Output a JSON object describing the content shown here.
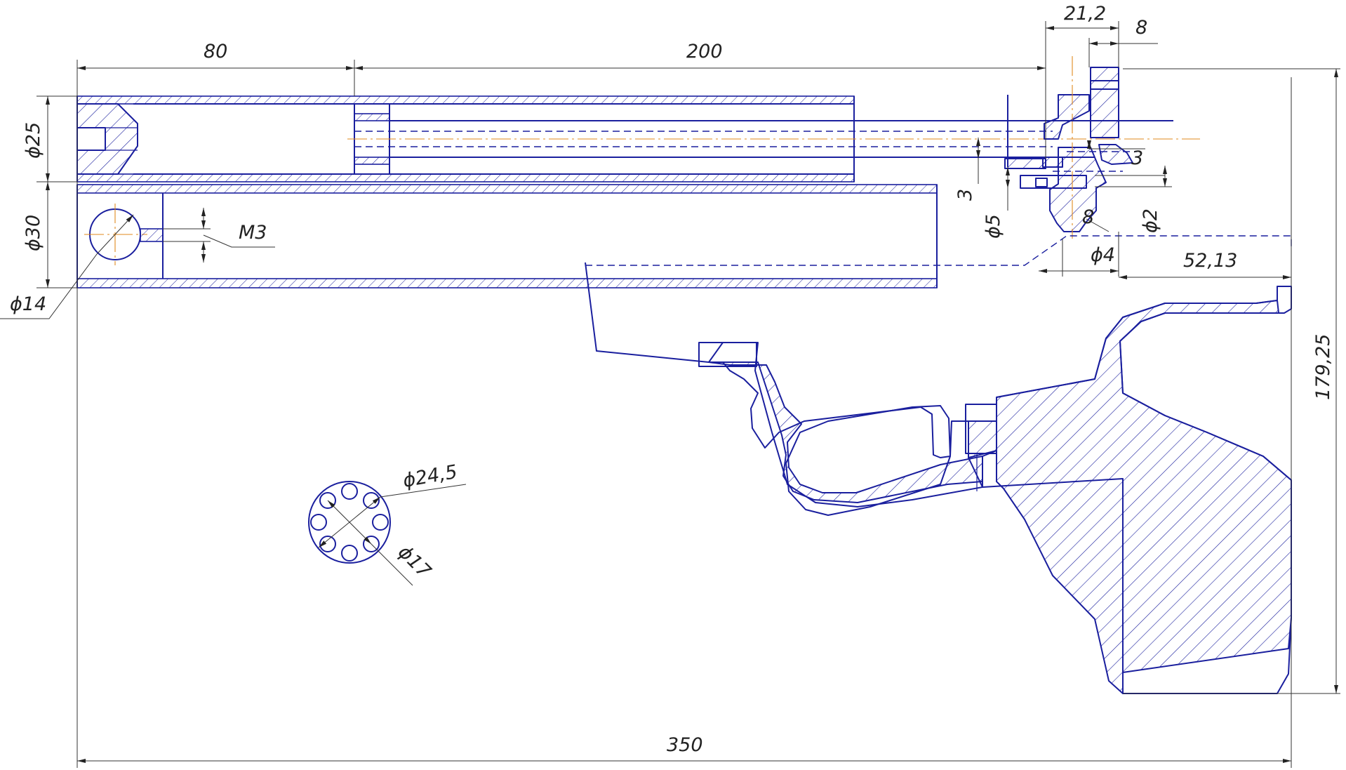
{
  "dimensions": {
    "d80": "80",
    "d200": "200",
    "d21_2": "21,2",
    "d8_top": "8",
    "d179_25": "179,25",
    "d25": "ϕ25",
    "d30": "ϕ30",
    "d14": "ϕ14",
    "m3": "M3",
    "d3_right": "3",
    "d3_left": "3",
    "d5": "ϕ5",
    "d8_mid": "8",
    "d2": "ϕ2",
    "d4": "ϕ4",
    "d52_13": "52,13",
    "d24_5": "ϕ24,5",
    "d17": "ϕ17",
    "d350": "350"
  },
  "colors": {
    "outline": "#1a1f9e",
    "dimension": "#333333",
    "centerline": "#e08a1e"
  }
}
